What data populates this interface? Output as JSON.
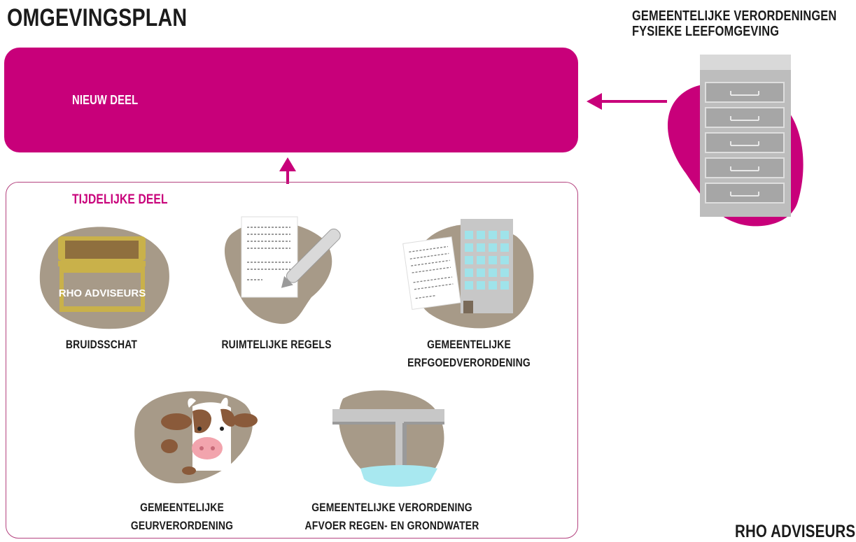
{
  "title": "OMGEVINGSPLAN",
  "side": {
    "line1": "GEMEENTELIJKE VERORDENINGEN",
    "line2": "FYSIEKE LEEFOMGEVING"
  },
  "new_part": {
    "label": "NIEUW DEEL"
  },
  "temporary_part": {
    "label": "TIJDELIJKE DEEL"
  },
  "items": [
    {
      "line1": "BRUIDSSCHAT",
      "line2": ""
    },
    {
      "line1": "RUIMTELIJKE REGELS",
      "line2": ""
    },
    {
      "line1": "GEMEENTELIJKE",
      "line2": "ERFGOEDVERORDENING"
    },
    {
      "line1": "GEMEENTELIJKE",
      "line2": "GEURVERORDENING"
    },
    {
      "line1": "GEMEENTELIJKE VERORDENING",
      "line2": "AFVOER REGEN- EN GRONDWATER"
    }
  ],
  "chest_label": "RHO ADVISEURS",
  "footer_brand": "RHO ADVISEURS",
  "colors": {
    "magenta": "#c8007a",
    "blob": "#a79a88",
    "gold": "#c9b14a",
    "building_window": "#9fe3ea",
    "water": "#a8e8f0"
  },
  "icons": [
    "filing-cabinet-icon",
    "treasure-chest-icon",
    "document-pen-icon",
    "document-building-icon",
    "cow-icon",
    "gutter-water-icon"
  ]
}
